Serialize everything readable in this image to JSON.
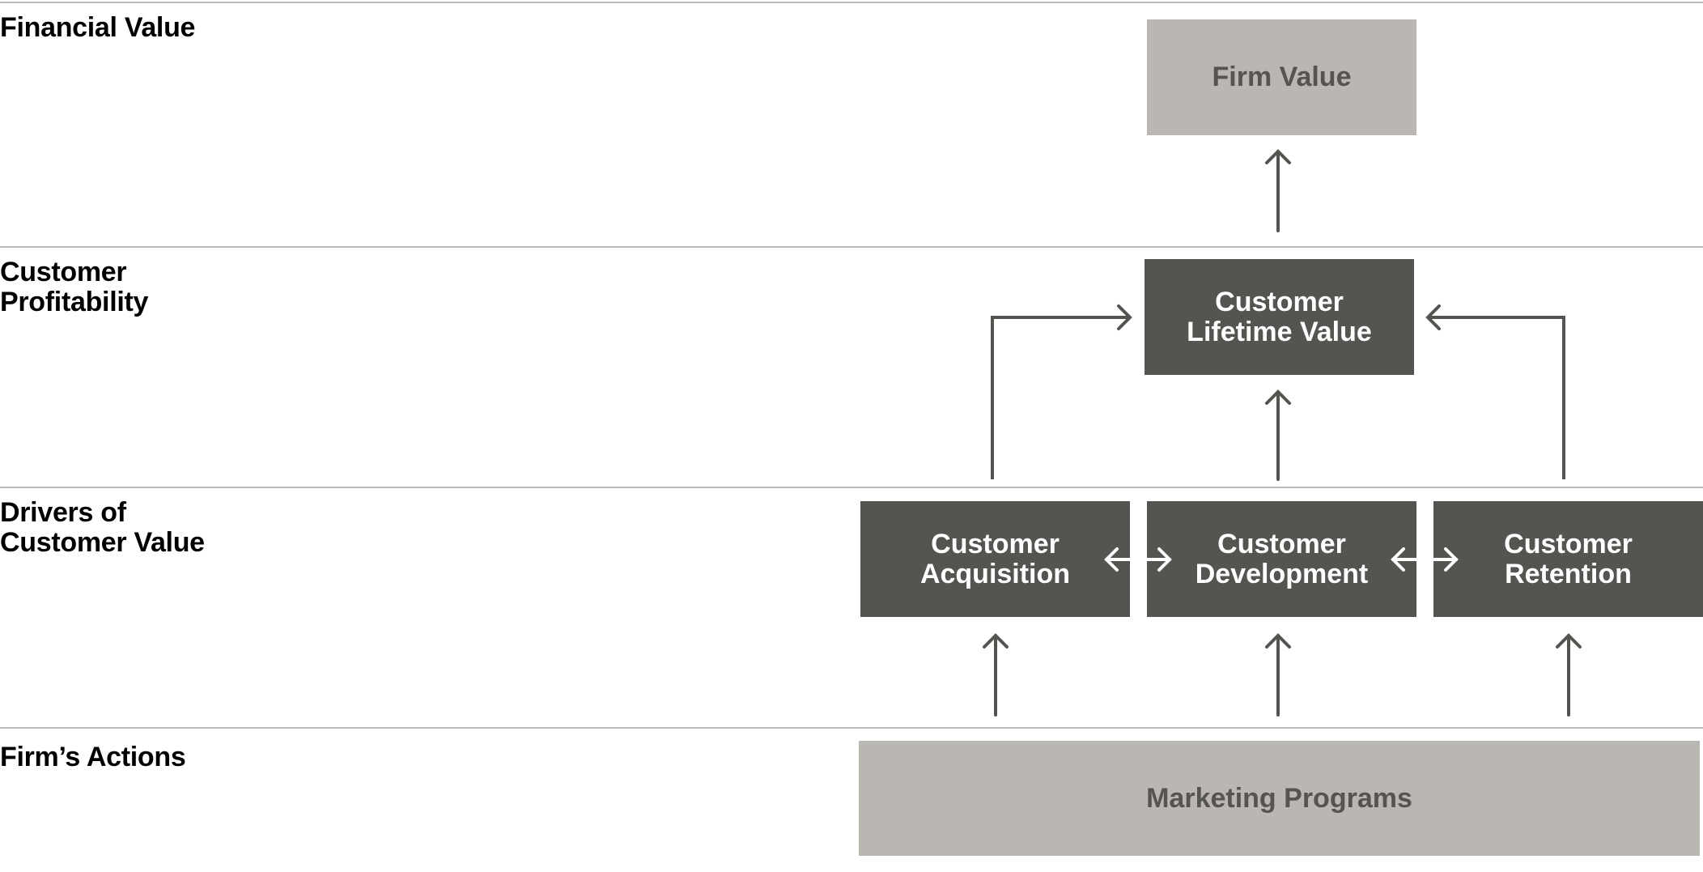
{
  "diagram": {
    "tiers": [
      {
        "id": "financial-value",
        "label": "Financial Value"
      },
      {
        "id": "customer-profitability",
        "label": "Customer\nProfitability"
      },
      {
        "id": "drivers",
        "label": "Drivers of\nCustomer Value"
      },
      {
        "id": "firms-actions",
        "label": "Firm’s Actions"
      }
    ],
    "nodes": {
      "firm_value": {
        "label": "Firm Value",
        "style": "light"
      },
      "clv": {
        "label": "Customer\nLifetime Value",
        "style": "dark"
      },
      "acquisition": {
        "label": "Customer\nAcquisition",
        "style": "dark"
      },
      "development": {
        "label": "Customer\nDevelopment",
        "style": "dark"
      },
      "retention": {
        "label": "Customer\nRetention",
        "style": "dark"
      },
      "marketing": {
        "label": "Marketing Programs",
        "style": "light"
      }
    },
    "edges": [
      {
        "from": "clv",
        "to": "firm_value",
        "type": "single"
      },
      {
        "from": "acquisition",
        "to": "clv",
        "type": "single"
      },
      {
        "from": "development",
        "to": "clv",
        "type": "single"
      },
      {
        "from": "retention",
        "to": "clv",
        "type": "single"
      },
      {
        "from": "acquisition",
        "to": "development",
        "type": "double"
      },
      {
        "from": "development",
        "to": "retention",
        "type": "double"
      },
      {
        "from": "marketing",
        "to": "acquisition",
        "type": "single"
      },
      {
        "from": "marketing",
        "to": "development",
        "type": "single"
      },
      {
        "from": "marketing",
        "to": "retention",
        "type": "single"
      }
    ],
    "colors": {
      "light_box": "#bab6b2",
      "dark_box": "#555451",
      "arrow": "#555451",
      "divider": "#bcb8b4"
    }
  }
}
